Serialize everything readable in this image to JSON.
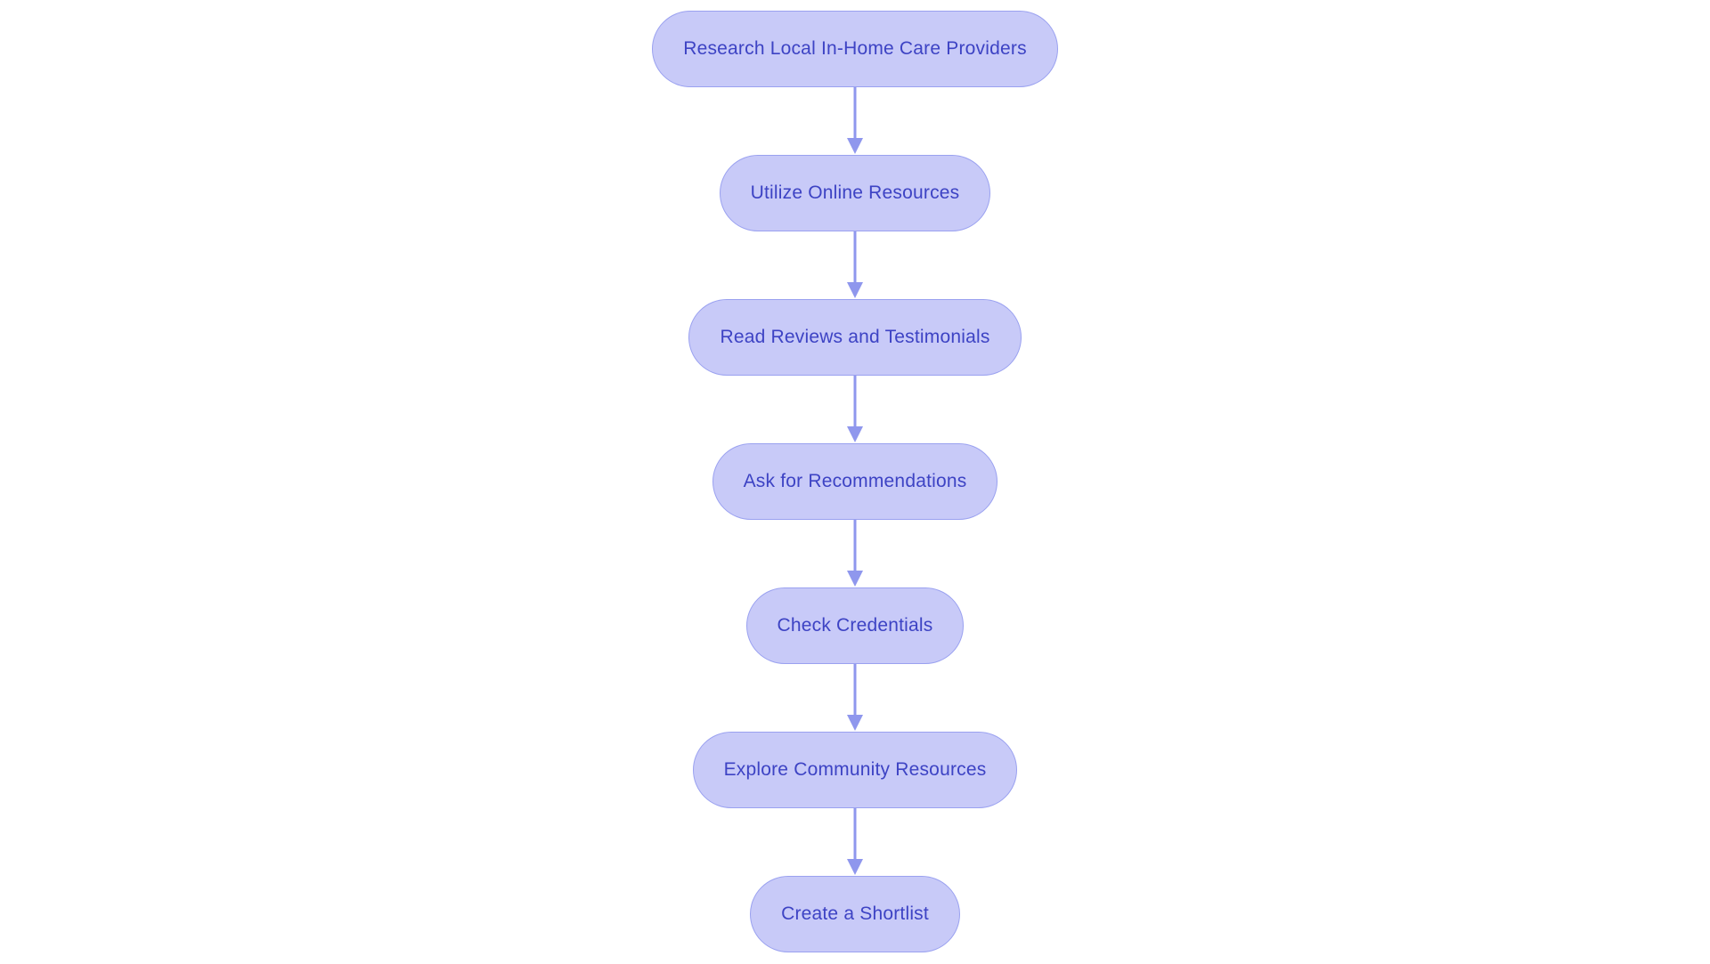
{
  "diagram": {
    "type": "flowchart",
    "direction": "top-to-bottom",
    "background_color": "#ffffff",
    "node_fill_color": "#c8caf8",
    "node_border_color": "#9aa1f0",
    "node_text_color": "#3d43c4",
    "arrow_color": "#8f97ed",
    "nodes": [
      {
        "label": "Research Local In-Home Care Providers"
      },
      {
        "label": "Utilize Online Resources"
      },
      {
        "label": "Read Reviews and Testimonials"
      },
      {
        "label": "Ask for Recommendations"
      },
      {
        "label": "Check Credentials"
      },
      {
        "label": "Explore Community Resources"
      },
      {
        "label": "Create a Shortlist"
      }
    ],
    "edges": [
      {
        "from": 0,
        "to": 1
      },
      {
        "from": 1,
        "to": 2
      },
      {
        "from": 2,
        "to": 3
      },
      {
        "from": 3,
        "to": 4
      },
      {
        "from": 4,
        "to": 5
      },
      {
        "from": 5,
        "to": 6
      }
    ]
  }
}
